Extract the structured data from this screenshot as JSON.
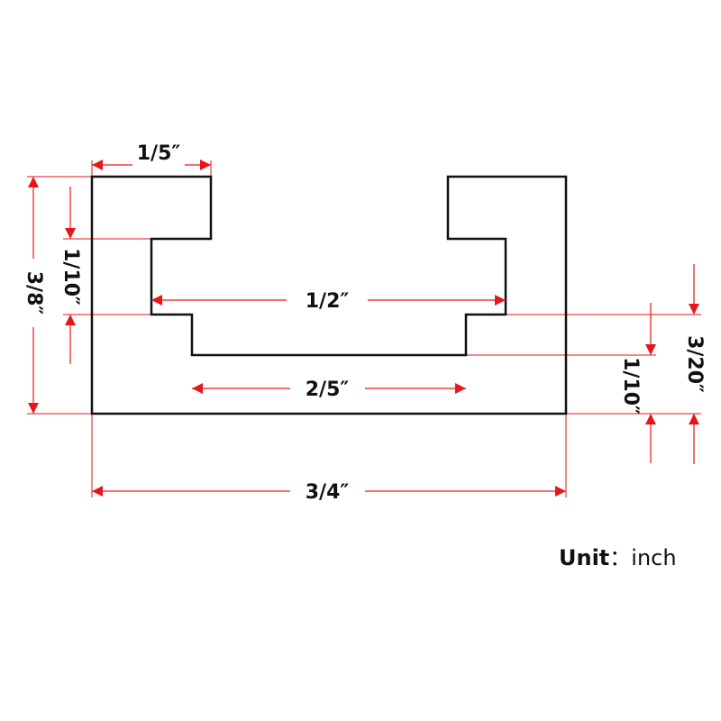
{
  "drawing": {
    "dimensions": {
      "top_slot_width": "1/5″",
      "inner_slot_width": "1/2″",
      "bottom_slot_width": "2/5″",
      "overall_width": "3/4″",
      "overall_height": "3/8″",
      "lip_thickness": "1/10″",
      "step_height": "1/10″",
      "base_thickness": "3/20″"
    },
    "unit_label": "Unit",
    "unit_separator": "：",
    "unit_value": "inch"
  },
  "colors": {
    "outline": "#111111",
    "dimension": "#e8161b"
  }
}
